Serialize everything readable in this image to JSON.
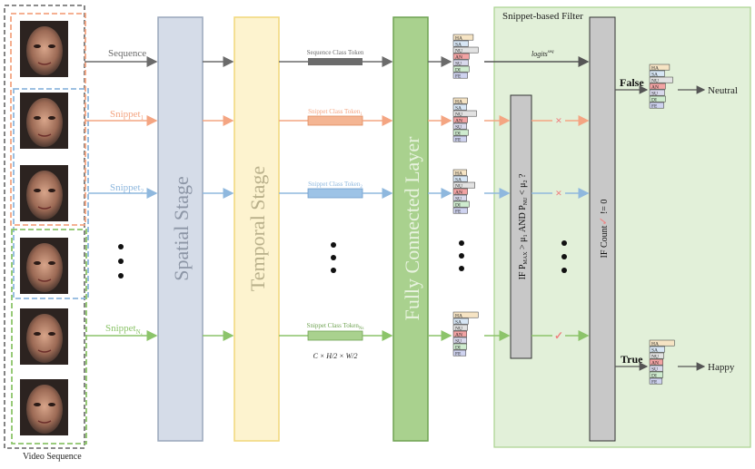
{
  "video": {
    "label": "Video Sequence",
    "frame_count": 6
  },
  "rows": {
    "sequence": {
      "label": "Sequence",
      "token": "Sequence  Class Token",
      "color": "#6b6b6b"
    },
    "snippet1": {
      "label": "Snippet",
      "sub": "1",
      "token": "Snippet Class Token",
      "token_sub": "1",
      "color": "#f4a582"
    },
    "snippet2": {
      "label": "Snippet",
      "sub": "2",
      "token": "Snippet Class Token",
      "token_sub": "2",
      "color": "#8fb8de"
    },
    "snippetN": {
      "label": "Snippet",
      "sub": "N",
      "sub2": "s",
      "token": "Snippet Class Token",
      "token_sub": "Ns",
      "color": "#8cc46a"
    }
  },
  "token_shape": "C × H/2 × W/2",
  "stages": {
    "spatial": "Spatial Stage",
    "temporal": "Temporal Stage",
    "fc": "Fully Connected Layer"
  },
  "emotions": [
    "HA",
    "SA",
    "NU",
    "AN",
    "SU",
    "DI",
    "FE"
  ],
  "emotion_colors": {
    "HA": "#f6e4c4",
    "SA": "#d7e6f5",
    "NU": "#e2e2e2",
    "AN": "#f2a3a3",
    "SU": "#d9d9ec",
    "DI": "#cfeccf",
    "FE": "#cfd3f0"
  },
  "bars": {
    "sequence": [
      0.55,
      0.25,
      0.85,
      0.3,
      0.25,
      0.3,
      0.2
    ],
    "snippet1": [
      0.2,
      0.15,
      0.75,
      0.2,
      0.15,
      0.25,
      0.15
    ],
    "snippet2": [
      0.15,
      0.2,
      0.65,
      0.2,
      0.15,
      0.3,
      0.2
    ],
    "snippetN": [
      0.85,
      0.25,
      0.2,
      0.15,
      0.15,
      0.15,
      0.1
    ],
    "false_out": [
      0.55,
      0.25,
      0.75,
      0.3,
      0.25,
      0.3,
      0.2
    ],
    "true_out": [
      0.85,
      0.25,
      0.2,
      0.15,
      0.15,
      0.15,
      0.1
    ]
  },
  "filter": {
    "title": "Snippet-based Filter",
    "logits_label": "logits",
    "logits_sup": "seq",
    "condition": "IF P",
    "condition_max": "MAX",
    "condition_mid": " > μ",
    "condition_mid_sub": "1",
    "condition_and": " AND P",
    "condition_nu": "NU",
    "condition_end": " < μ",
    "condition_end_sub": "2",
    "condition_q": " ?",
    "count_label": "IF Count",
    "count_check": "✓",
    "count_end": " != 0",
    "false_label": "False",
    "true_label": "True",
    "neutral_label": "Neutral",
    "happy_label": "Happy",
    "cross_mark": "×",
    "check_mark": "✓"
  },
  "colors": {
    "spatial_fill": "#d5dce8",
    "spatial_stroke": "#9aa7bc",
    "temporal_fill": "#fdf3cf",
    "temporal_stroke": "#f1d77a",
    "fc_fill": "#a9d18e",
    "fc_stroke": "#6fa252",
    "filter_bg": "#e2f0d9",
    "filter_stroke": "#a9d18e",
    "gray_box": "#c8c8c8"
  }
}
